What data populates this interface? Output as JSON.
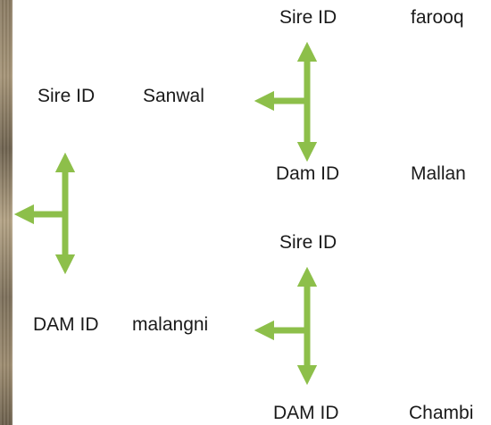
{
  "pedigree": {
    "sire": {
      "id_label": "Sire ID",
      "name": "Sanwal"
    },
    "dam": {
      "id_label": "DAM ID",
      "name": "malangni"
    },
    "sire_sire": {
      "id_label": "Sire ID",
      "name": "farooq"
    },
    "sire_dam": {
      "id_label": "Dam ID",
      "name": "Mallan"
    },
    "dam_sire": {
      "id_label": "Sire ID",
      "name": ""
    },
    "dam_dam": {
      "id_label": "DAM ID",
      "name": "Chambi"
    }
  },
  "colors": {
    "arrow": "#8dbf4a",
    "text": "#1a1a1a"
  }
}
